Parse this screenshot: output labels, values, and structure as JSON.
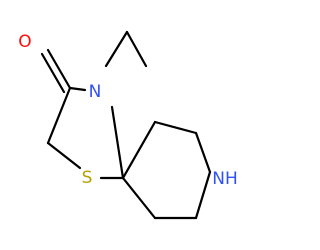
{
  "molecule": {
    "atoms": {
      "oxygen": {
        "symbol": "O",
        "color": "#ff0d0d"
      },
      "nitrogen_amide": {
        "symbol": "N",
        "color": "#3050f8"
      },
      "sulfur": {
        "symbol": "S",
        "color": "#b8a000"
      },
      "nitrogen_amine": {
        "symbol": "NH",
        "color": "#3050f8"
      }
    },
    "bond_color": "#000000",
    "background_color": "#ffffff"
  }
}
